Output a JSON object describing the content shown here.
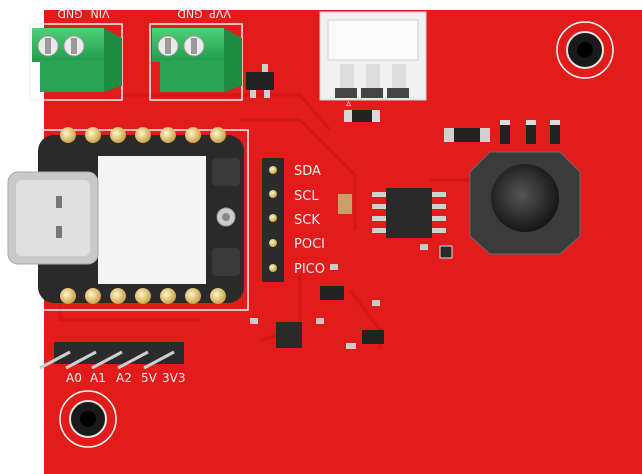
{
  "board": {
    "pcb_color": "#e31b1b",
    "silkscreen_color": "#f2f2f2"
  },
  "terminal_vin": {
    "label_left": "VIN",
    "label_right": "GND"
  },
  "terminal_vp": {
    "label_left": "VVP",
    "label_right": "GND"
  },
  "header_right": {
    "pins": [
      "SDA",
      "SCL",
      "SCK",
      "POCI",
      "PICO"
    ]
  },
  "header_bottom": {
    "pins": [
      "A0",
      "A1",
      "A2",
      "5V",
      "3V3"
    ]
  },
  "connector_marker": "▵",
  "icons": [
    "mounting-hole-icon",
    "usb-c-icon",
    "inductor-icon",
    "ic-chip-icon",
    "terminal-block-icon"
  ]
}
